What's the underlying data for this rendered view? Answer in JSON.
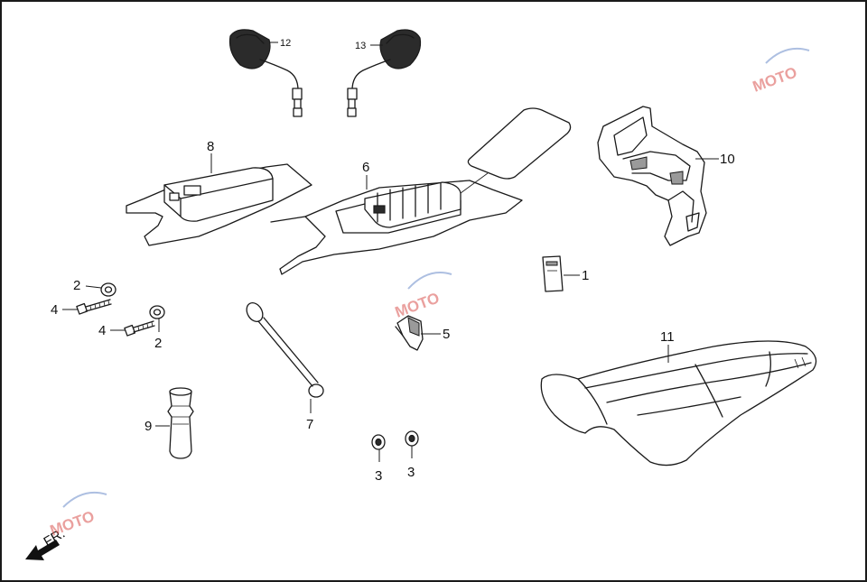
{
  "callouts": [
    {
      "id": "c1",
      "label": "1"
    },
    {
      "id": "c2a",
      "label": "2"
    },
    {
      "id": "c2b",
      "label": "2"
    },
    {
      "id": "c3a",
      "label": "3"
    },
    {
      "id": "c3b",
      "label": "3"
    },
    {
      "id": "c4a",
      "label": "4"
    },
    {
      "id": "c4b",
      "label": "4"
    },
    {
      "id": "c5",
      "label": "5"
    },
    {
      "id": "c6",
      "label": "6"
    },
    {
      "id": "c7",
      "label": "7"
    },
    {
      "id": "c8",
      "label": "8"
    },
    {
      "id": "c9",
      "label": "9"
    },
    {
      "id": "c10",
      "label": "10"
    },
    {
      "id": "c11",
      "label": "11"
    },
    {
      "id": "c12",
      "label": "12"
    },
    {
      "id": "c13",
      "label": "13"
    }
  ],
  "front_indicator": {
    "label": "FR.",
    "icon": "front-arrow-icon"
  },
  "watermark": {
    "text": "MOTO",
    "color_primary": "#d9534f",
    "color_secondary": "#5b7fc4"
  },
  "colors": {
    "line": "#1a1a1a",
    "background": "#ffffff"
  }
}
